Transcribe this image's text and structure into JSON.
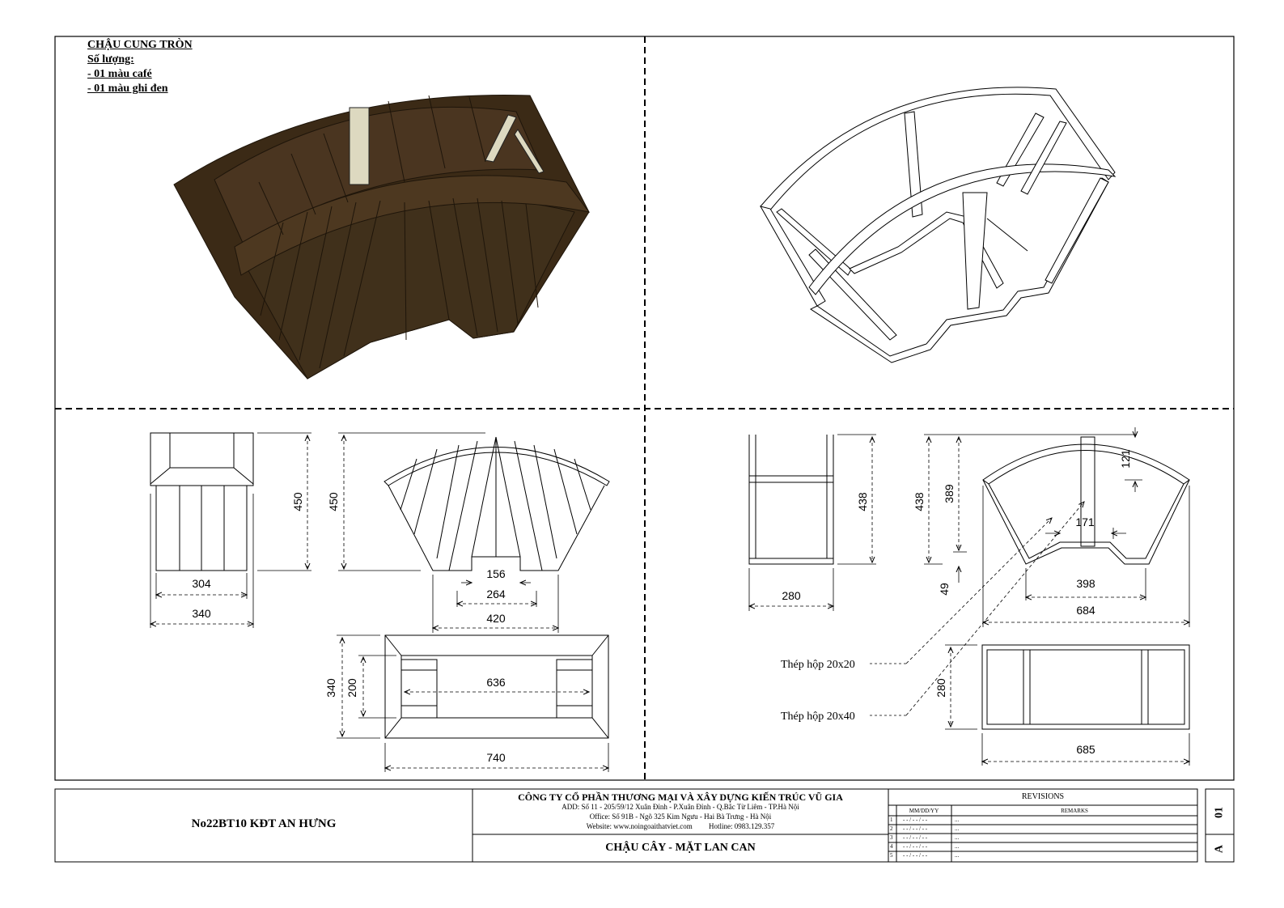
{
  "note": {
    "title": "CHẬU CUNG TRÒN",
    "quantity_label": "Số lượng:",
    "items": [
      "- 01 màu café",
      "- 01 màu ghi đen"
    ]
  },
  "colors": {
    "wood_dark": "#3b2a16",
    "wood_mid": "#4a3520",
    "wood_light": "#5a4228",
    "frame_fill": "#ffffff",
    "line": "#000000"
  },
  "dimensions": {
    "side": {
      "height": "450",
      "inner_width": "304",
      "outer_width": "340"
    },
    "front": {
      "height": "450",
      "bottom_inner": "156",
      "bottom_mid": "264",
      "bottom_outer": "420"
    },
    "plan": {
      "inner_length": "636",
      "outer_length": "740",
      "outer_depth": "340",
      "inner_depth": "200"
    },
    "frame_side": {
      "height": "438",
      "width": "280"
    },
    "frame_front": {
      "total_height": "438",
      "side_height": "389",
      "arc_rise": "121",
      "post_width": "171",
      "foot_height": "49",
      "bottom_width": "398",
      "top_width": "684"
    },
    "frame_plan": {
      "length": "685",
      "depth": "280"
    }
  },
  "callouts": {
    "steel_20x20": "Thép hộp 20x20",
    "steel_20x40": "Thép hộp 20x40"
  },
  "titleblock": {
    "project": "No22BT10 KĐT AN HƯNG",
    "company": "CÔNG TY CỔ PHẦN THƯƠNG MẠI VÀ XÂY DỰNG KIẾN TRÚC VŨ GIA",
    "address": "ADD: Số 11 - 205/59/12 Xuân Đỉnh - P.Xuân Đỉnh - Q.Bắc Từ Liêm - TP.Hà Nội",
    "office": "Office: Số 91B - Ngõ 325 Kim Ngưu - Hai Bà Trưng - Hà Nội",
    "website": "Website: www.noingoaithatviet.com",
    "hotline": "Hotline: 0983.129.357",
    "drawing_title": "CHẬU CÂY - MẶT LAN CAN",
    "revisions_header": "REVISIONS",
    "rev_date_col": "MM/DD/YY",
    "rev_remarks_col": "REMARKS",
    "rev_rows": [
      {
        "no": "1",
        "date": "- - / - - / - -",
        "remark": "..."
      },
      {
        "no": "2",
        "date": "- - / - - / - -",
        "remark": "..."
      },
      {
        "no": "3",
        "date": "- - / - - / - -",
        "remark": "..."
      },
      {
        "no": "4",
        "date": "- - / - - / - -",
        "remark": "..."
      },
      {
        "no": "5",
        "date": "- - / - - / - -",
        "remark": "..."
      }
    ],
    "sheet_no": "01",
    "size": "A"
  }
}
